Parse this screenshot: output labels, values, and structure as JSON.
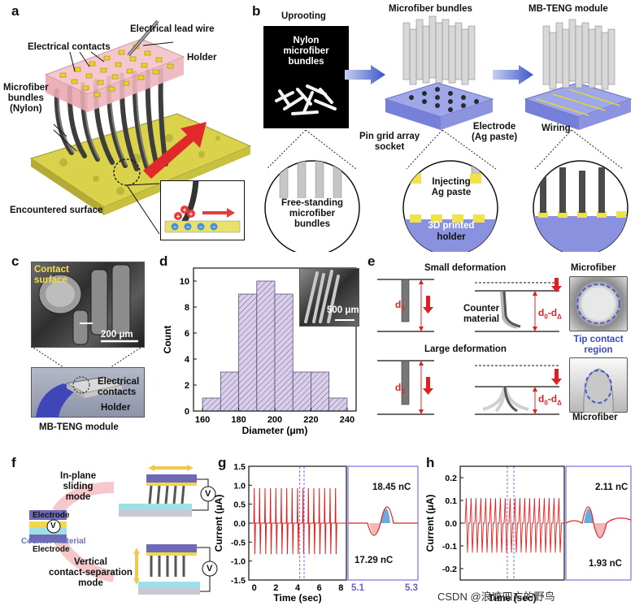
{
  "panels": {
    "a": {
      "letter": "a",
      "labels": {
        "electrical_lead_wire": "Electrical lead wire",
        "electrical_contacts": "Electrical contacts",
        "holder": "Holder",
        "microfiber_bundles": "Microfiber\nbundles\n(Nylon)",
        "encountered_surface": "Encountered surface"
      }
    },
    "b": {
      "letter": "b",
      "titles": {
        "uprooting": "Uprooting",
        "microfiber_bundles": "Microfiber bundles",
        "module": "MB-TENG module"
      },
      "labels": {
        "nylon_bundles": "Nylon\nmicrofiber\nbundles",
        "pin_grid": "Pin grid array\nsocket",
        "electrode": "Electrode\n(Ag paste)",
        "wiring": "Wiring",
        "free_standing": "Free-standing\nmicrofiber\nbundles",
        "injecting": "Injecting\nAg paste",
        "printed": "3D printed",
        "holder": "holder"
      }
    },
    "c": {
      "letter": "c",
      "labels": {
        "contact_surface": "Contact\nsurface",
        "scale": "200 μm",
        "electrical_contacts": "Electrical\ncontacts",
        "holder": "Holder",
        "module": "MB-TENG module"
      }
    },
    "d": {
      "letter": "d",
      "inset_scale": "500 μm"
    },
    "e": {
      "letter": "e",
      "labels": {
        "small_def": "Small deformation",
        "large_def": "Large deformation",
        "d0": "d",
        "d0_sub": "0",
        "dd": "d",
        "dd_sub0": "0",
        "dd_minus": "-d",
        "dd_sub": "Δ",
        "counter": "Counter\nmaterial",
        "microfiber_top": "Microfiber",
        "tip_contact": "Tip contact\nregion",
        "microfiber_bottom": "Microfiber"
      }
    },
    "f": {
      "letter": "f",
      "labels": {
        "inplane": "In-plane\nsliding\nmode",
        "vertical": "Vertical\ncontact-separation\nmode",
        "electrode_top": "Electrode",
        "counter": "Counter material",
        "electrode_bottom": "Electrode",
        "v": "V"
      }
    },
    "g": {
      "letter": "g",
      "inset_top": "18.45 nC",
      "inset_bottom": "17.29 nC",
      "inset_x_left": "5.1",
      "inset_x_right": "5.3"
    },
    "h": {
      "letter": "h",
      "inset_top": "2.11 nC",
      "inset_bottom": "1.93 nC"
    }
  },
  "chart_data": [
    {
      "id": "d",
      "type": "bar",
      "xlabel": "Diameter (μm)",
      "ylabel": "Count",
      "bin_edges": [
        160,
        170,
        180,
        190,
        200,
        210,
        220,
        230,
        240
      ],
      "values": [
        1,
        3,
        9,
        10,
        9,
        3,
        3,
        1
      ],
      "xlim": [
        155,
        245
      ],
      "ylim": [
        0,
        11
      ],
      "xticks": [
        160,
        180,
        200,
        220,
        240
      ],
      "yticks": [
        0,
        2,
        4,
        6,
        8,
        10
      ],
      "colors": {
        "fill": "#d9cfe8",
        "hatch": "#6e5a96",
        "edge": "#5c4f7a"
      }
    },
    {
      "id": "g",
      "type": "line",
      "xlabel": "Time (sec)",
      "ylabel": "Current (μA)",
      "xlim": [
        -0.5,
        8.5
      ],
      "ylim": [
        -1.5,
        1.5
      ],
      "xticks": [
        0,
        2,
        4,
        6,
        8
      ],
      "yticks": [
        -1.5,
        -1.0,
        -0.5,
        0.0,
        0.5,
        1.0,
        1.5
      ],
      "pulse_interval_sec": 0.5,
      "pulse_count": 16,
      "peak_positive": 0.92,
      "peak_negative": -0.82,
      "highlight_window": [
        4.2,
        4.6
      ],
      "colors": {
        "line": "#e02020",
        "window": "#7a6fe0",
        "fill_pos": "#6fa8dc",
        "fill_neg": "#f4b6b6"
      }
    },
    {
      "id": "h",
      "type": "line",
      "xlabel": "Time (sec)",
      "ylabel": "Current (μA)",
      "ylim": [
        -0.25,
        0.25
      ],
      "yticks": [
        -0.2,
        -0.1,
        0.0,
        0.1,
        0.2
      ],
      "peak_positive": 0.11,
      "peak_negative": -0.13,
      "colors": {
        "line": "#e02020",
        "window": "#7a6fe0"
      }
    }
  ],
  "watermark": "CSDN @浪迹四方的野鸟"
}
